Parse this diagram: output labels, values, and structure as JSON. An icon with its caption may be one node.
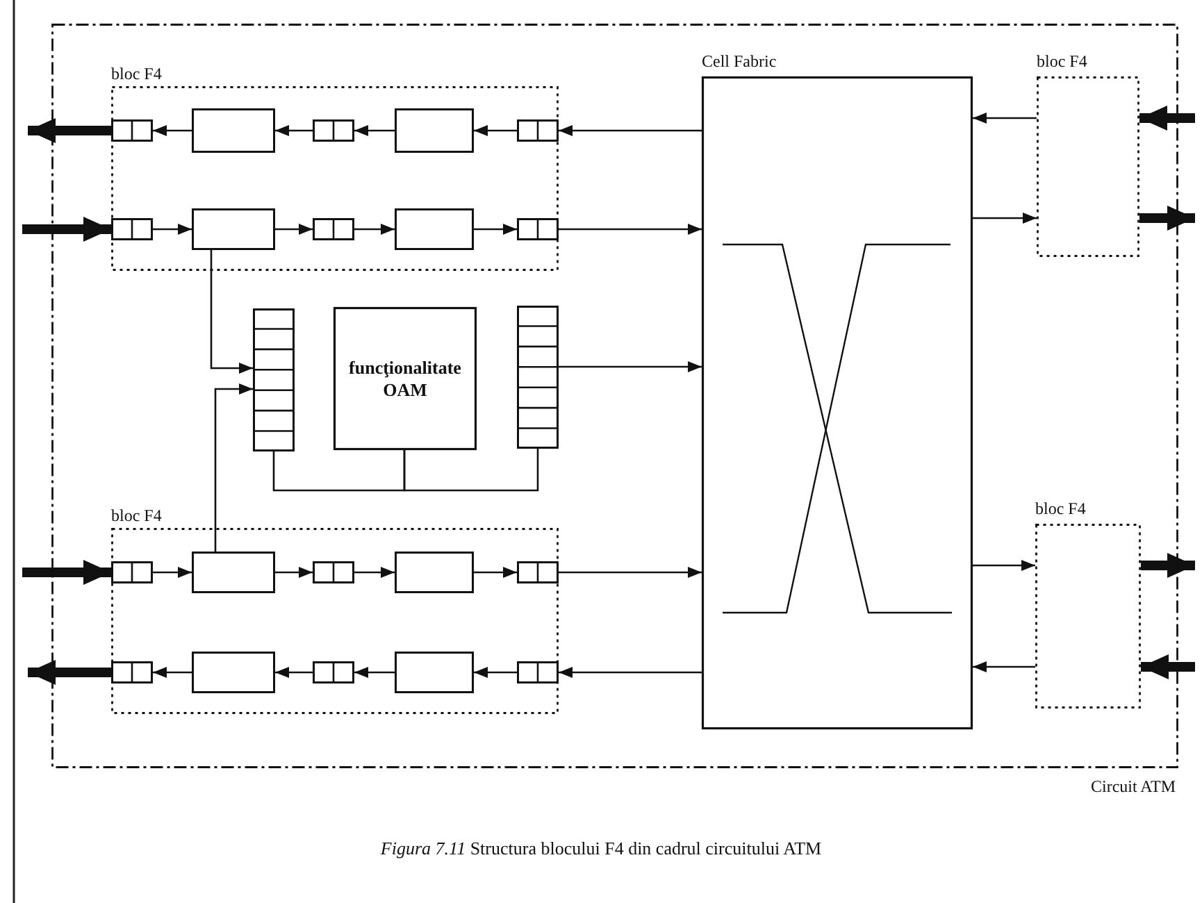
{
  "diagram": {
    "caption": "*Figura 7.11* Structura blocului F4 din cadrul circuitului ATM",
    "nodes": [
      {
        "text": [
          "Circuit ATM"
        ]
      },
      {
        "text": [
          "bloc F4"
        ],
        "in": 0
      },
      {
        "text": [],
        "shape": "box",
        "in": 1
      },
      {
        "text": [],
        "shape": "box",
        "in": 1
      },
      {
        "text": [],
        "shape": "box",
        "in": 1
      },
      {
        "text": [],
        "shape": "box",
        "in": 1
      },
      {
        "text": [],
        "shape": "box",
        "in": 1
      },
      {
        "text": [],
        "shape": "box",
        "in": 1
      },
      {
        "text": [],
        "shape": "box",
        "in": 1
      },
      {
        "text": [],
        "shape": "box",
        "in": 1
      },
      {
        "text": [],
        "shape": "box",
        "in": 1
      },
      {
        "text": [],
        "shape": "box",
        "in": 1
      },
      {
        "text": [
          "Cell Fabric"
        ],
        "in": 0
      },
      {
        "text": [
          "bloc F4"
        ],
        "in": 0
      },
      {
        "text": [],
        "shape": "box",
        "in": 0
      },
      {
        "text": [
          "funcţionalitate OAM"
        ],
        "in": 0
      },
      {
        "text": [],
        "shape": "box",
        "in": 0
      },
      {
        "text": [
          "bloc F4"
        ],
        "in": 0
      },
      {
        "text": [],
        "shape": "box",
        "in": 17
      },
      {
        "text": [],
        "shape": "box",
        "in": 17
      },
      {
        "text": [],
        "shape": "box",
        "in": 17
      },
      {
        "text": [],
        "shape": "box",
        "in": 17
      },
      {
        "text": [],
        "shape": "box",
        "in": 17
      },
      {
        "text": [],
        "shape": "box",
        "in": 17
      },
      {
        "text": [],
        "shape": "box",
        "in": 17
      },
      {
        "text": [],
        "shape": "box",
        "in": 17
      },
      {
        "text": [],
        "shape": "box",
        "in": 17
      },
      {
        "text": [],
        "shape": "box",
        "in": 17
      },
      {
        "text": [
          "bloc F4"
        ],
        "in": 0
      }
    ],
    "edges": [
      {
        "from": 12,
        "to": 6,
        "arrow": "to"
      },
      {
        "from": 6,
        "to": 5,
        "arrow": "to"
      },
      {
        "from": 5,
        "to": 4,
        "arrow": "to"
      },
      {
        "from": 4,
        "to": 3,
        "arrow": "to"
      },
      {
        "from": 3,
        "to": 2,
        "arrow": "to"
      },
      {
        "from": 2,
        "to": null,
        "arrow": "to",
        "style": "thick"
      },
      {
        "from": null,
        "to": 7,
        "arrow": "to",
        "style": "thick"
      },
      {
        "from": 7,
        "to": 8,
        "arrow": "to"
      },
      {
        "from": 8,
        "to": 9,
        "arrow": "to"
      },
      {
        "from": 9,
        "to": 10,
        "arrow": "to"
      },
      {
        "from": 10,
        "to": 11,
        "arrow": "to"
      },
      {
        "from": 11,
        "to": 12,
        "arrow": "to"
      },
      {
        "from": 8,
        "to": 14,
        "arrow": "to"
      },
      {
        "from": 19,
        "to": 14,
        "arrow": "to"
      },
      {
        "from": 16,
        "to": 12,
        "arrow": "to"
      },
      {
        "from": 14,
        "to": 15,
        "arrow": "none"
      },
      {
        "from": 15,
        "to": 16,
        "arrow": "none"
      },
      {
        "from": null,
        "to": 18,
        "arrow": "to",
        "style": "thick"
      },
      {
        "from": 18,
        "to": 19,
        "arrow": "to"
      },
      {
        "from": 19,
        "to": 20,
        "arrow": "to"
      },
      {
        "from": 20,
        "to": 21,
        "arrow": "to"
      },
      {
        "from": 21,
        "to": 22,
        "arrow": "to"
      },
      {
        "from": 22,
        "to": 12,
        "arrow": "to"
      },
      {
        "from": 12,
        "to": 27,
        "arrow": "to"
      },
      {
        "from": 27,
        "to": 26,
        "arrow": "to"
      },
      {
        "from": 26,
        "to": 25,
        "arrow": "to"
      },
      {
        "from": 25,
        "to": 24,
        "arrow": "to"
      },
      {
        "from": 24,
        "to": 23,
        "arrow": "to"
      },
      {
        "from": 23,
        "to": null,
        "arrow": "to",
        "style": "thick"
      },
      {
        "from": 13,
        "to": 12,
        "arrow": "to"
      },
      {
        "from": 12,
        "to": 13,
        "arrow": "to"
      },
      {
        "from": null,
        "to": 13,
        "arrow": "to",
        "style": "thick"
      },
      {
        "from": 13,
        "to": null,
        "arrow": "to",
        "style": "thick"
      },
      {
        "from": 12,
        "to": 28,
        "arrow": "to"
      },
      {
        "from": 28,
        "to": 12,
        "arrow": "to"
      },
      {
        "from": 28,
        "to": null,
        "arrow": "to",
        "style": "thick"
      },
      {
        "from": null,
        "to": 28,
        "arrow": "to",
        "style": "thick"
      }
    ]
  }
}
